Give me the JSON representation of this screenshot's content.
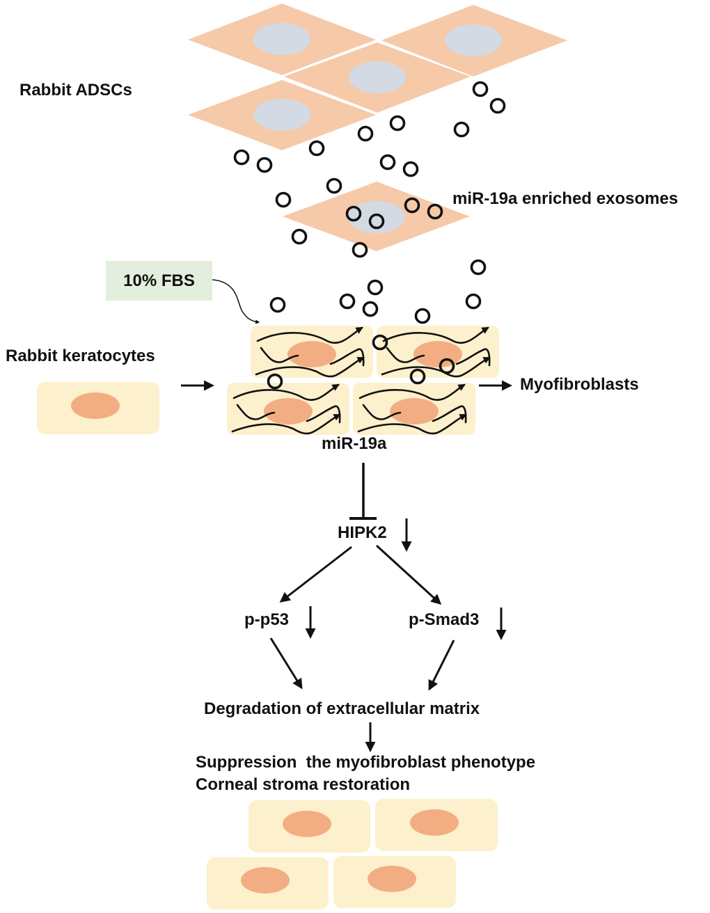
{
  "figure": {
    "labels": {
      "adscs": "Rabbit ADSCs",
      "exosomes": "miR-19a enriched exosomes",
      "fbs": "10% FBS",
      "keratocytes": "Rabbit keratocytes",
      "myofibroblasts": "Myofibroblasts",
      "mir19a": "miR-19a",
      "hipk2": "HIPK2",
      "pp53": "p-p53",
      "psmad3": "p-Smad3",
      "ecm": "Degradation of extracellular matrix",
      "outcome1": "Suppression  the myofibroblast phenotype",
      "outcome2": "Corneal stroma restoration"
    },
    "colors": {
      "adsc_cell": "#f6c9a8",
      "adsc_nucleus": "#d3dae4",
      "keratocyte_cell": "#fdf0cc",
      "keratocyte_nucleus": "#f2ae82",
      "fbs_box": "#e3efdc",
      "stroke": "#111111"
    },
    "regulation": {
      "hipk2": "down",
      "pp53": "down",
      "psmad3": "down"
    },
    "edges": [
      {
        "from": "keratocytes",
        "to": "myofibroblast-cells",
        "type": "activation"
      },
      {
        "from": "myofibroblast-cells",
        "to": "myofibroblasts",
        "type": "activation"
      },
      {
        "from": "fbs",
        "to": "myofibroblast-cells",
        "type": "activation"
      },
      {
        "from": "mir19a",
        "to": "hipk2",
        "type": "inhibition"
      },
      {
        "from": "hipk2",
        "to": "pp53",
        "type": "activation"
      },
      {
        "from": "hipk2",
        "to": "psmad3",
        "type": "activation"
      },
      {
        "from": "pp53",
        "to": "ecm",
        "type": "activation"
      },
      {
        "from": "psmad3",
        "to": "ecm",
        "type": "activation"
      },
      {
        "from": "ecm",
        "to": "outcome",
        "type": "activation"
      }
    ]
  }
}
